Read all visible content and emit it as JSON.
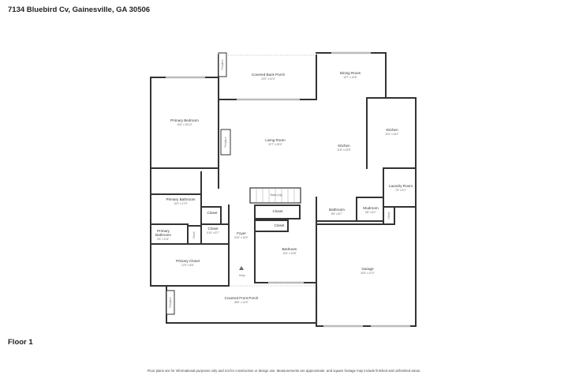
{
  "header": {
    "address": "7134 Bluebird Cv, Gainesville, GA 30506"
  },
  "footer": {
    "floor": "Floor 1",
    "disclaimer": "Floor plans are for informational purposes only and not for construction or design use. Measurements are approximate, and square footage may include finished and unfinished areas."
  },
  "rooms": {
    "covered_back_porch": {
      "name": "Covered Back Porch",
      "dims": "22'0\" x 10'4\""
    },
    "dining_room": {
      "name": "Dining Room",
      "dims": "13'7\" x 10'6\""
    },
    "primary_bedroom": {
      "name": "Primary Bedroom",
      "dims": "15'4\" x 20'10\""
    },
    "living_room": {
      "name": "Living Room",
      "dims": "22'7\" x 25'0\""
    },
    "kitchen_nook": {
      "name": "Kitchen",
      "dims": "11'6\" x 16'1\""
    },
    "kitchen": {
      "name": "Kitchen",
      "dims": "11'8\" x 23'8\""
    },
    "laundry_room": {
      "name": "Laundry Room",
      "dims": "7'6\" x 5'1\""
    },
    "stairs": {
      "name": "Stairs (Up)"
    },
    "primary_bathroom": {
      "name": "Primary Bathroom",
      "dims": "10'2\" x 17'0\""
    },
    "closet_a": {
      "name": "Closet"
    },
    "closet_b": {
      "name": "Closet"
    },
    "closet_c": {
      "name": "Closet",
      "dims": "5'10\" x 5'7\""
    },
    "closet_d": {
      "name": "Closet"
    },
    "closet_e": {
      "name": "Closet"
    },
    "closet_f": {
      "name": "Closet"
    },
    "bathroom": {
      "name": "Bathroom",
      "dims": "8'6\" x 8'7\""
    },
    "mudroom": {
      "name": "Mudroom",
      "dims": "5'8\" x 8'1\""
    },
    "primary_bathroom_small": {
      "name": "Primary Bathroom",
      "dims": "5'6\" x 5'11\""
    },
    "foyer": {
      "name": "Foyer",
      "dims": "6'10\" x 16'0\""
    },
    "bedroom": {
      "name": "Bedroom",
      "dims": "13'4\" x 19'8\""
    },
    "garage": {
      "name": "Garage",
      "dims": "25'3\" x 37'2\""
    },
    "primary_closet": {
      "name": "Primary Closet",
      "dims": "17'5\" x 8'6\""
    },
    "entry": {
      "name": "Entry"
    },
    "covered_front_porch": {
      "name": "Covered Front Porch",
      "dims": "58'0\" x 14'0\""
    }
  },
  "fixtures": {
    "fireplace_top": "Fireplace",
    "fireplace_living": "Fireplace",
    "fireplace_front": "Fireplace"
  }
}
